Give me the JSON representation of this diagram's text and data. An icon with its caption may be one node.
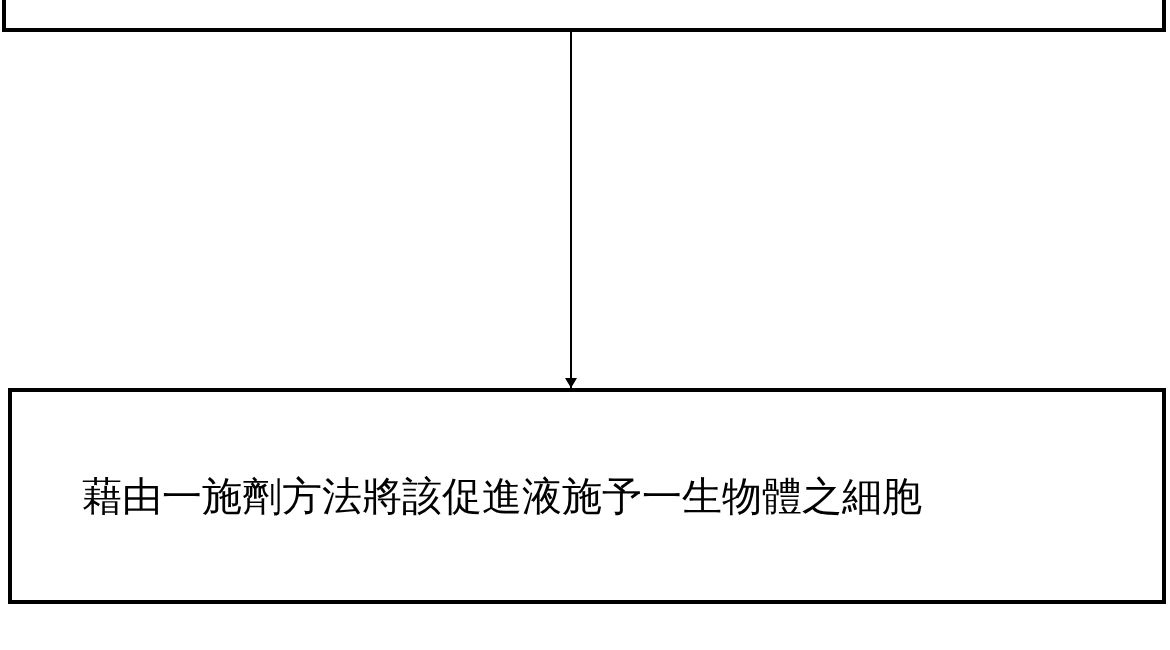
{
  "diagram": {
    "nodes": [
      {
        "text": [],
        "shape": "box"
      },
      {
        "text": [
          "藉由一施劑方法將該促進液施予一生物體之細胞"
        ]
      }
    ],
    "edges": [
      {
        "from": 0,
        "to": 1,
        "arrow": "to"
      }
    ]
  }
}
